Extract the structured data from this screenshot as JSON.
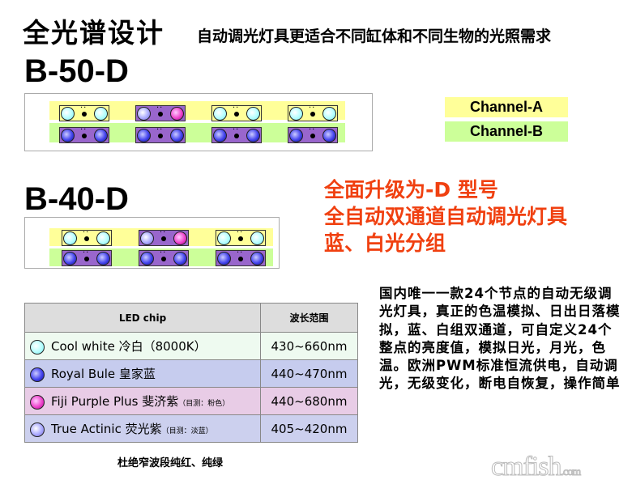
{
  "header": {
    "title": "全光谱设计",
    "subtitle": "自动调光灯具更适合不同缸体和不同生物的光照需求"
  },
  "models": [
    {
      "name": "B-50-D",
      "channel_a": [
        [
          "cw",
          "cw"
        ],
        [
          "ta",
          "fp"
        ],
        [
          "cw",
          "cw"
        ],
        [
          "cw",
          "cw"
        ]
      ],
      "channel_b": [
        [
          "rb",
          "rb"
        ],
        [
          "rb",
          "rb"
        ],
        [
          "rb",
          "rb"
        ],
        [
          "rb",
          "rb"
        ]
      ]
    },
    {
      "name": "B-40-D",
      "channel_a": [
        [
          "cw",
          "cw"
        ],
        [
          "ta",
          "fp"
        ],
        [
          "cw",
          "cw"
        ]
      ],
      "channel_b": [
        [
          "rb",
          "rb"
        ],
        [
          "rb",
          "rb"
        ],
        [
          "rb",
          "rb"
        ]
      ]
    }
  ],
  "legend": {
    "channel_a": "Channel-A",
    "channel_b": "Channel-B",
    "color_a": "#ffff99",
    "color_b": "#ccff99"
  },
  "upgrade": {
    "line1": "全面升级为-D 型号",
    "line2": "全自动双通道自动调光灯具",
    "line3": "蓝、白光分组"
  },
  "table": {
    "header_chip": "LED chip",
    "header_range": "波长范围",
    "rows": [
      {
        "led": "cw",
        "name": "Cool white 冷白（8000K）",
        "note": "",
        "range": "430~660nm",
        "bg": "#eefaf0"
      },
      {
        "led": "rb",
        "name": "Royal Bule 皇家蓝",
        "note": "",
        "range": "440~470nm",
        "bg": "#c6ccee"
      },
      {
        "led": "fp",
        "name": "Fiji Purple Plus 斐济紫",
        "note": "（目测：粉色）",
        "range": "440~680nm",
        "bg": "#e8cce6"
      },
      {
        "led": "ta",
        "name": "True Actinic 荧光紫",
        "note": "（目测：淡蓝）",
        "range": "405~420nm",
        "bg": "#ccd0ee"
      }
    ]
  },
  "footnote": "杜绝窄波段纯红、纯绿",
  "description": "国内唯一一款24个节点的自动无级调光灯具，真正的色温模拟、日出日落模拟，蓝、白组双通道，可自定义24个整点的亮度值，模拟日光，月光，色温。欧洲PWM标准恒流供电，自动调光，无级变化，断电自恢复，操作简单",
  "watermark": "cmfish.com"
}
